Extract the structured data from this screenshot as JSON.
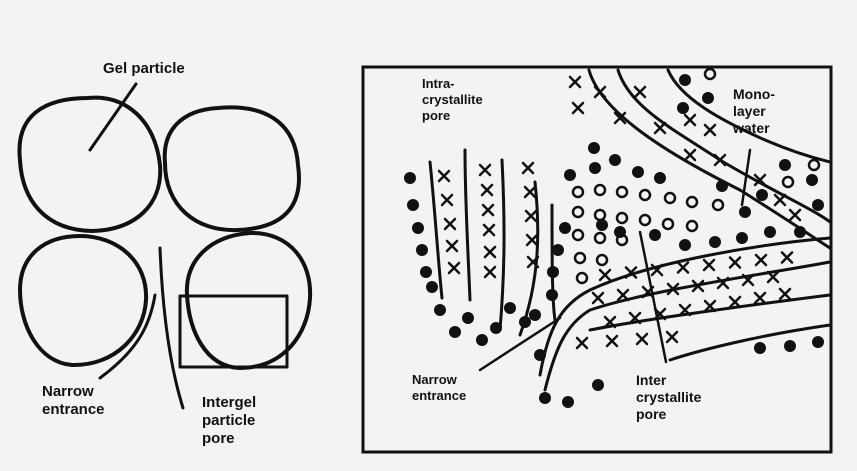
{
  "left_panel": {
    "gel_particle": "Gel particle",
    "narrow_entrance": "Narrow\nentrance",
    "intergel_pore": "Intergel\nparticle\npore"
  },
  "right_panel": {
    "intracrystallite_pore": "Intra-\ncrystallite\npore",
    "monolayer_water": "Mono-\nlayer\nwater",
    "narrow_entrance": "Narrow\nentrance",
    "intercrystallite_pore": "Inter\ncrystallite\npore"
  },
  "colors": {
    "ink": "#111111",
    "background": "#f3f3f1"
  }
}
